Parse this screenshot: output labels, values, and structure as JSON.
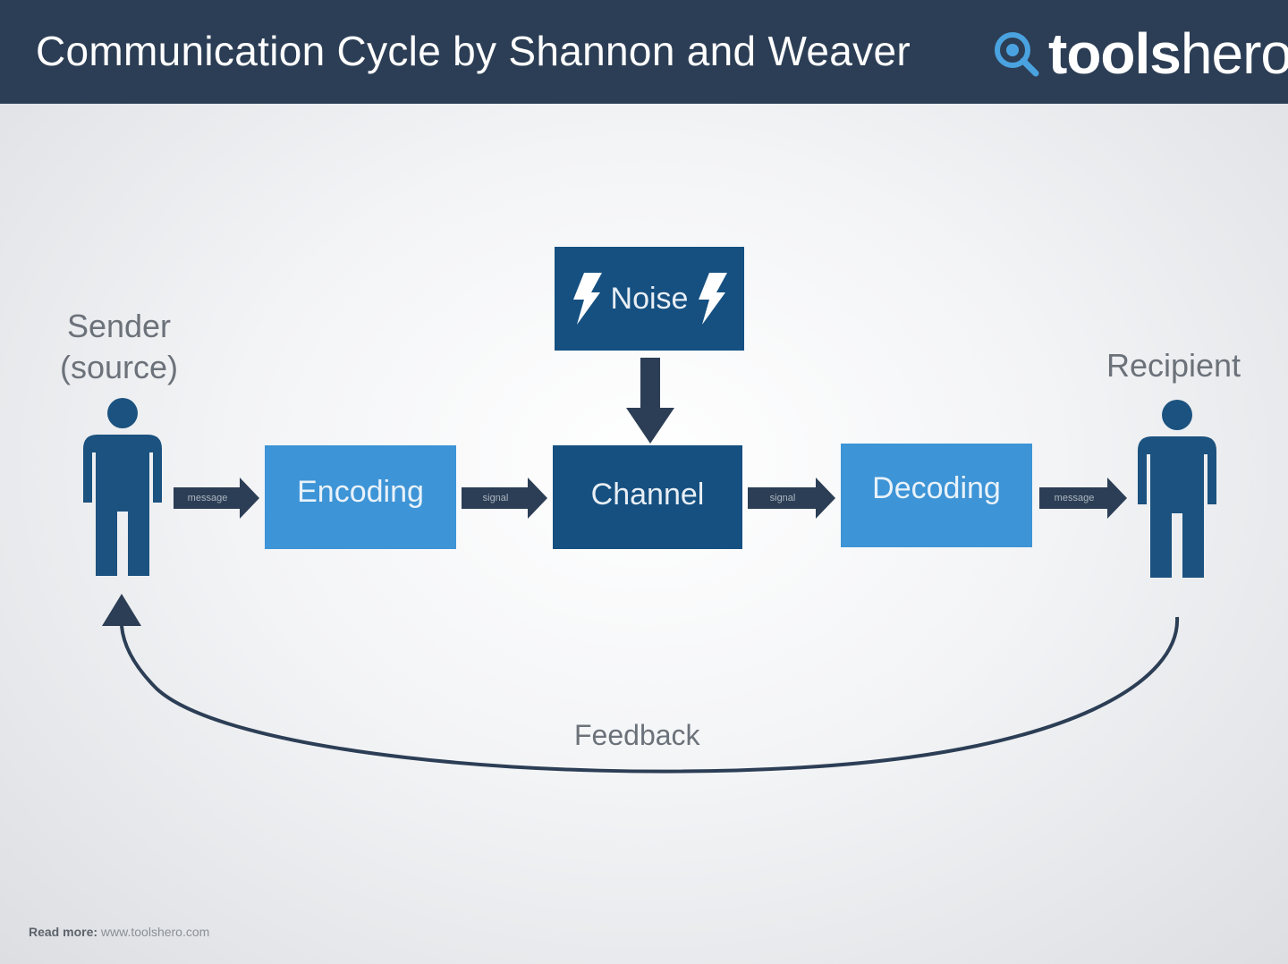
{
  "header": {
    "title": "Communication Cycle by Shannon and Weaver",
    "brand_bold": "tools",
    "brand_light": "hero",
    "brand_icon": "magnifier-icon",
    "background_color": "#2c3e55"
  },
  "sender": {
    "label_line1": "Sender",
    "label_line2": "(source)"
  },
  "recipient": {
    "label": "Recipient"
  },
  "nodes": {
    "encoding": "Encoding",
    "channel": "Channel",
    "decoding": "Decoding",
    "noise": "Noise"
  },
  "connectors": {
    "sender_to_encoding": "message",
    "encoding_to_channel": "signal",
    "channel_to_decoding": "signal",
    "decoding_to_recipient": "message"
  },
  "feedback": {
    "label": "Feedback"
  },
  "footer": {
    "read_more": "Read more:",
    "url": "www.toolshero.com"
  },
  "colors": {
    "light_box": "#3d94d6",
    "dark_box": "#155081",
    "person": "#1b527f",
    "arrow": "#2c3e55"
  }
}
